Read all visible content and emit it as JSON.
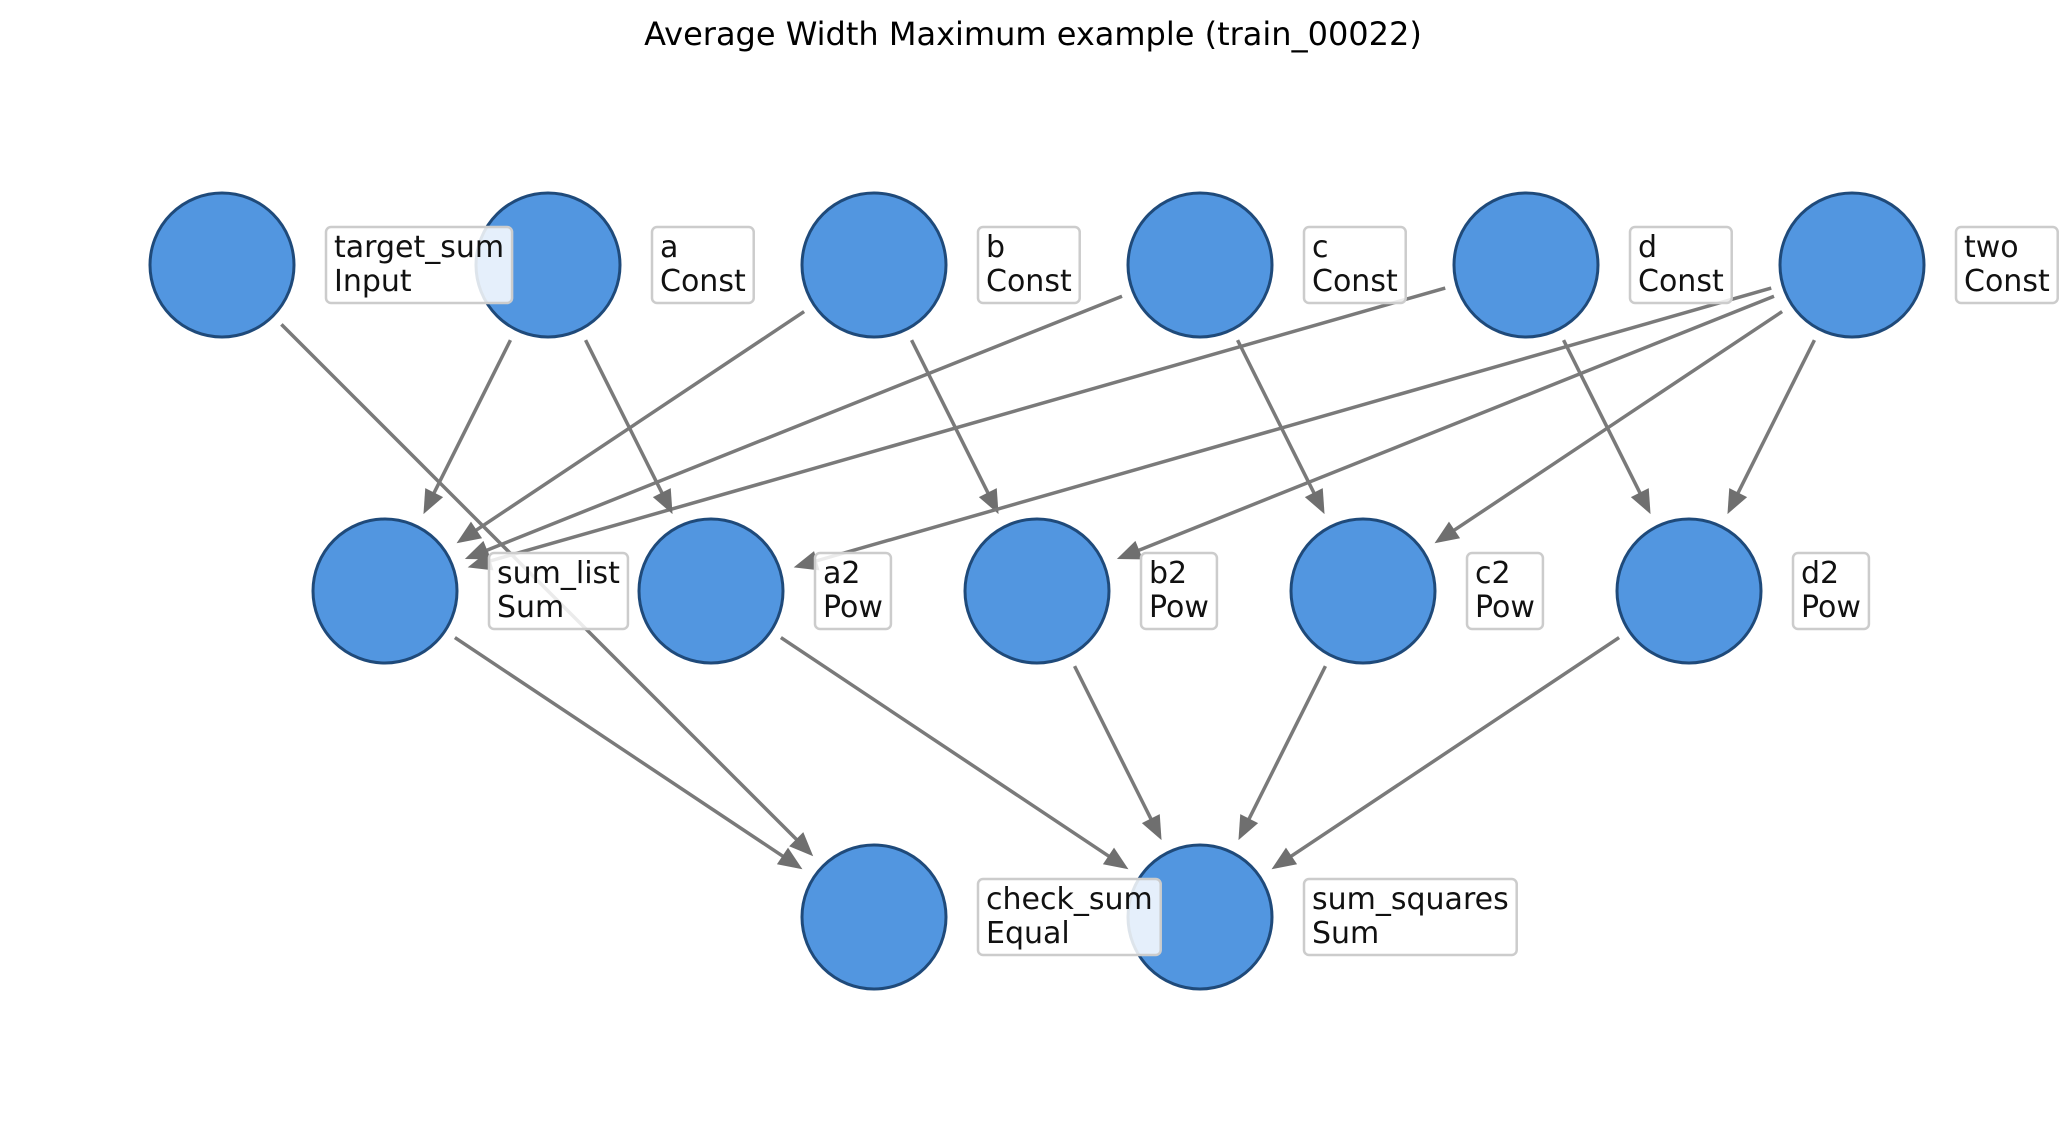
{
  "title": "Average Width Maximum example (train_00022)",
  "colors": {
    "node_fill": "#5296e0",
    "node_stroke": "#1f4a7a",
    "edge": "#7a7a7a"
  },
  "nodes": [
    {
      "id": "target_sum",
      "name": "target_sum",
      "op": "Input"
    },
    {
      "id": "a",
      "name": "a",
      "op": "Const"
    },
    {
      "id": "b",
      "name": "b",
      "op": "Const"
    },
    {
      "id": "c",
      "name": "c",
      "op": "Const"
    },
    {
      "id": "d",
      "name": "d",
      "op": "Const"
    },
    {
      "id": "two",
      "name": "two",
      "op": "Const"
    },
    {
      "id": "sum_list",
      "name": "sum_list",
      "op": "Sum"
    },
    {
      "id": "a2",
      "name": "a2",
      "op": "Pow"
    },
    {
      "id": "b2",
      "name": "b2",
      "op": "Pow"
    },
    {
      "id": "c2",
      "name": "c2",
      "op": "Pow"
    },
    {
      "id": "d2",
      "name": "d2",
      "op": "Pow"
    },
    {
      "id": "check_sum",
      "name": "check_sum",
      "op": "Equal"
    },
    {
      "id": "sum_squares",
      "name": "sum_squares",
      "op": "Sum"
    }
  ],
  "edges": [
    {
      "from": "target_sum",
      "to": "check_sum"
    },
    {
      "from": "a",
      "to": "sum_list"
    },
    {
      "from": "b",
      "to": "sum_list"
    },
    {
      "from": "c",
      "to": "sum_list"
    },
    {
      "from": "d",
      "to": "sum_list"
    },
    {
      "from": "a",
      "to": "a2"
    },
    {
      "from": "b",
      "to": "b2"
    },
    {
      "from": "c",
      "to": "c2"
    },
    {
      "from": "d",
      "to": "d2"
    },
    {
      "from": "two",
      "to": "a2"
    },
    {
      "from": "two",
      "to": "b2"
    },
    {
      "from": "two",
      "to": "c2"
    },
    {
      "from": "two",
      "to": "d2"
    },
    {
      "from": "sum_list",
      "to": "check_sum"
    },
    {
      "from": "a2",
      "to": "sum_squares"
    },
    {
      "from": "b2",
      "to": "sum_squares"
    },
    {
      "from": "c2",
      "to": "sum_squares"
    },
    {
      "from": "d2",
      "to": "sum_squares"
    }
  ]
}
